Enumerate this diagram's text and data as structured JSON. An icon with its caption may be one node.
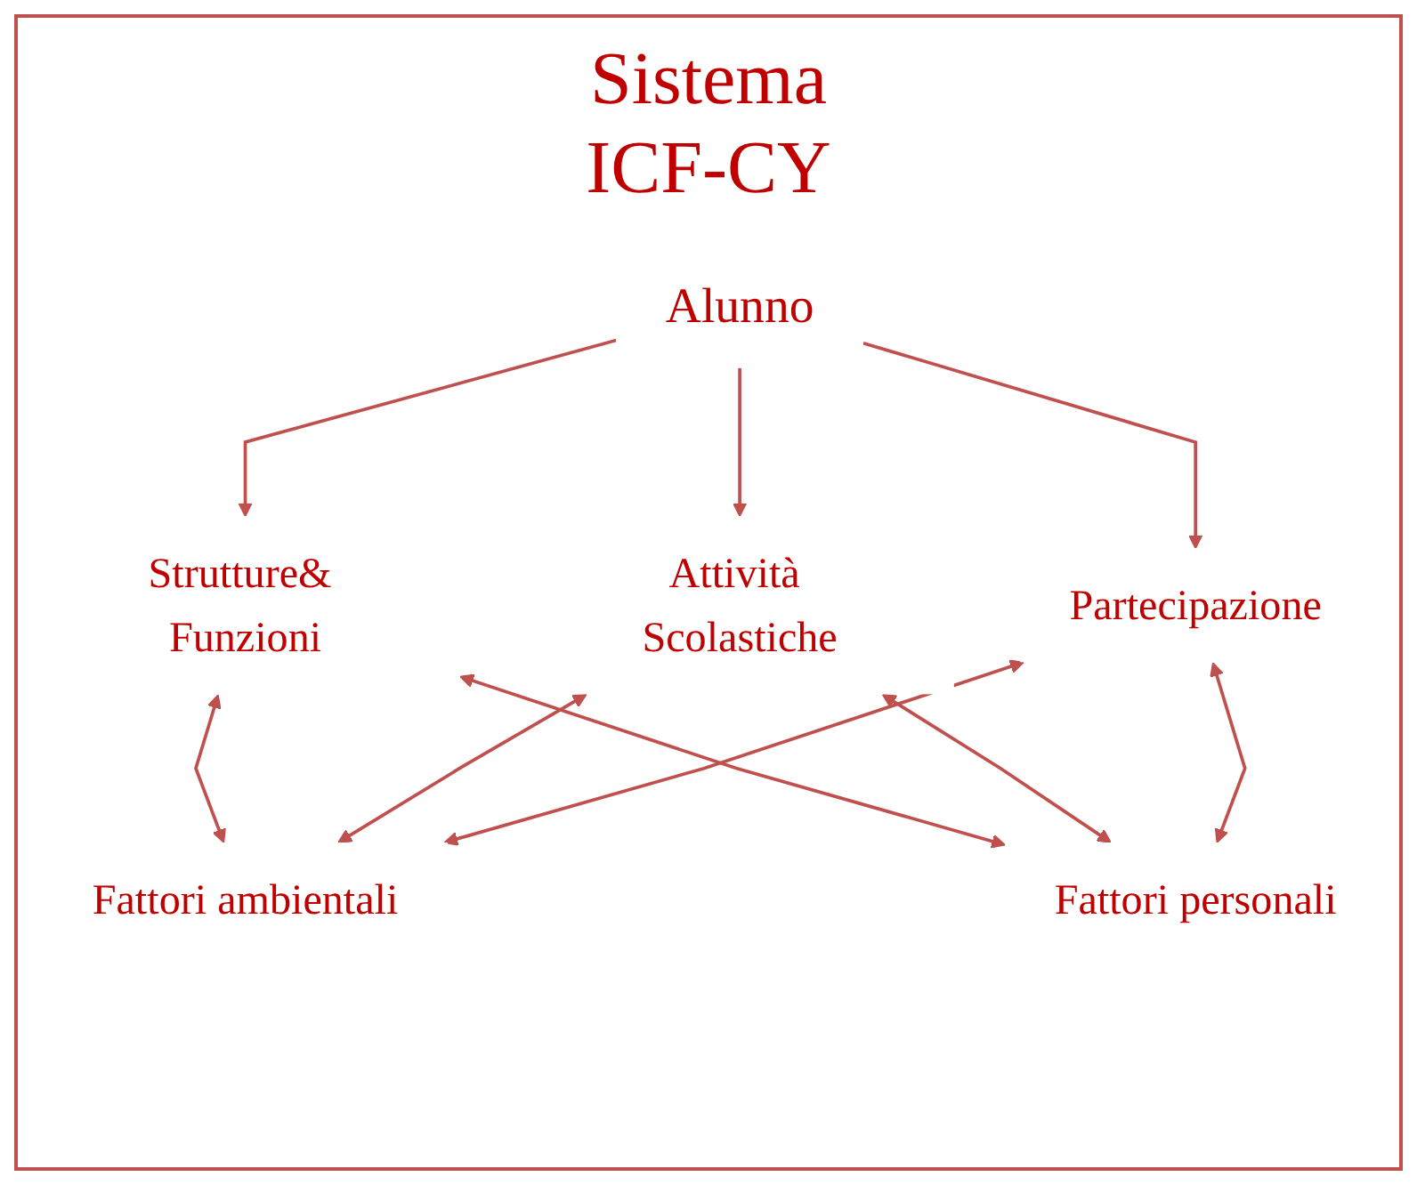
{
  "diagram": {
    "title": "Sistema ICF-CY",
    "nodes": [
      {
        "text": [
          "Alunno"
        ]
      },
      {
        "text": [
          "Strutture& Funzioni"
        ]
      },
      {
        "text": [
          "Attività Scolastiche"
        ]
      },
      {
        "text": [
          "Partecipazione"
        ]
      },
      {
        "text": [
          "Fattori ambientali"
        ]
      },
      {
        "text": [
          "Fattori personali"
        ]
      }
    ],
    "edges": [
      {
        "from": 0,
        "to": 1,
        "arrow": "to"
      },
      {
        "from": 0,
        "to": 2,
        "arrow": "to"
      },
      {
        "from": 0,
        "to": 3,
        "arrow": "to"
      },
      {
        "from": 1,
        "to": 4,
        "arrow": "both"
      },
      {
        "from": 2,
        "to": 4,
        "arrow": "both"
      },
      {
        "from": 3,
        "to": 4,
        "arrow": "both"
      },
      {
        "from": 1,
        "to": 5,
        "arrow": "both"
      },
      {
        "from": 2,
        "to": 5,
        "arrow": "both"
      },
      {
        "from": 3,
        "to": 5,
        "arrow": "both"
      }
    ]
  }
}
